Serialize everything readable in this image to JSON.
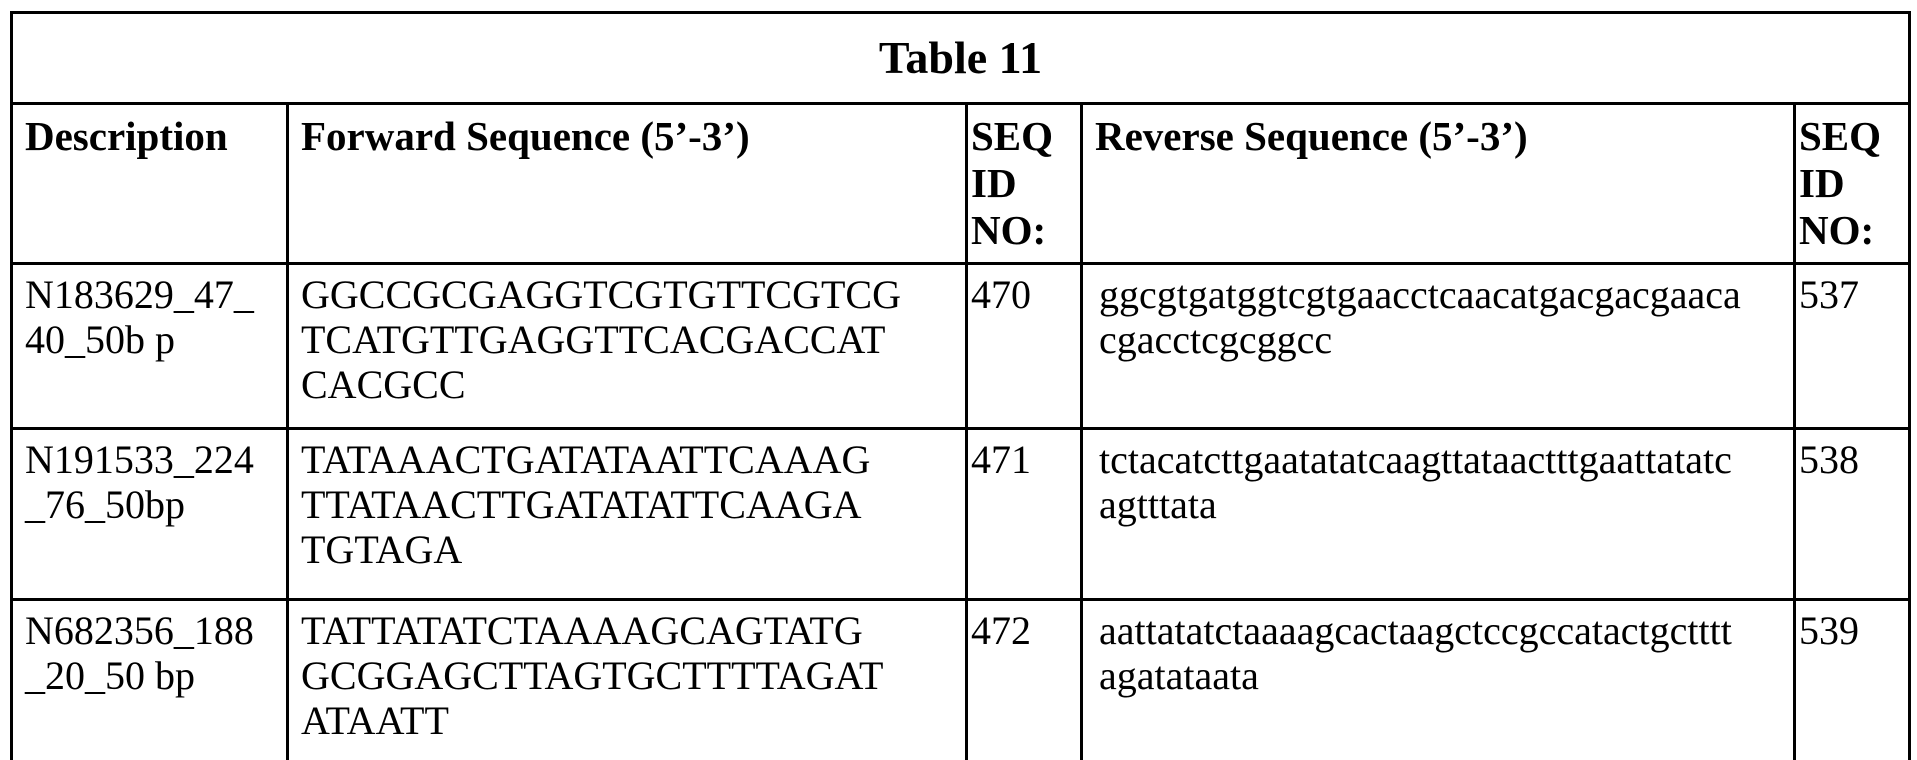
{
  "title": "Table 11",
  "columns": {
    "description": "Description",
    "forward": "Forward Sequence (5’-3’)",
    "seq_id_1": "SEQ ID NO:",
    "reverse": "Reverse Sequence (5’-3’)",
    "seq_id_2": "SEQ ID NO:"
  },
  "rows": [
    {
      "description": "N183629_47_\n40_50b p",
      "forward_sequence": "GGCCGCGAGGTCGTGTTCGTCG\nTCATGTTGAGGTTCACGACCAT\nCACGCC",
      "forward_seq_id": "470",
      "reverse_sequence": "ggcgtgatggtcgtgaacctcaacatgacgacgaaca\ncgacctcgcggcc",
      "reverse_seq_id": "537"
    },
    {
      "description": "N191533_224\n_76_50bp",
      "forward_sequence": "TATAAACTGATATAATTCAAAG\nTTATAACTTGATATATTCAAGA\nTGTAGA",
      "forward_seq_id": "471",
      "reverse_sequence": "tctacatcttgaatatatcaagttataactttgaattatatc\nagtttata",
      "reverse_seq_id": "538"
    },
    {
      "description": "N682356_188\n_20_50 bp",
      "forward_sequence": "TATTATATCTAAAAGCAGTATG\nGCGGAGCTTAGTGCTTTTAGAT\nATAATT",
      "forward_seq_id": "472",
      "reverse_sequence": "aattatatctaaaagcactaagctccgccatactgctttt\nagatataata",
      "reverse_seq_id": "539"
    }
  ]
}
